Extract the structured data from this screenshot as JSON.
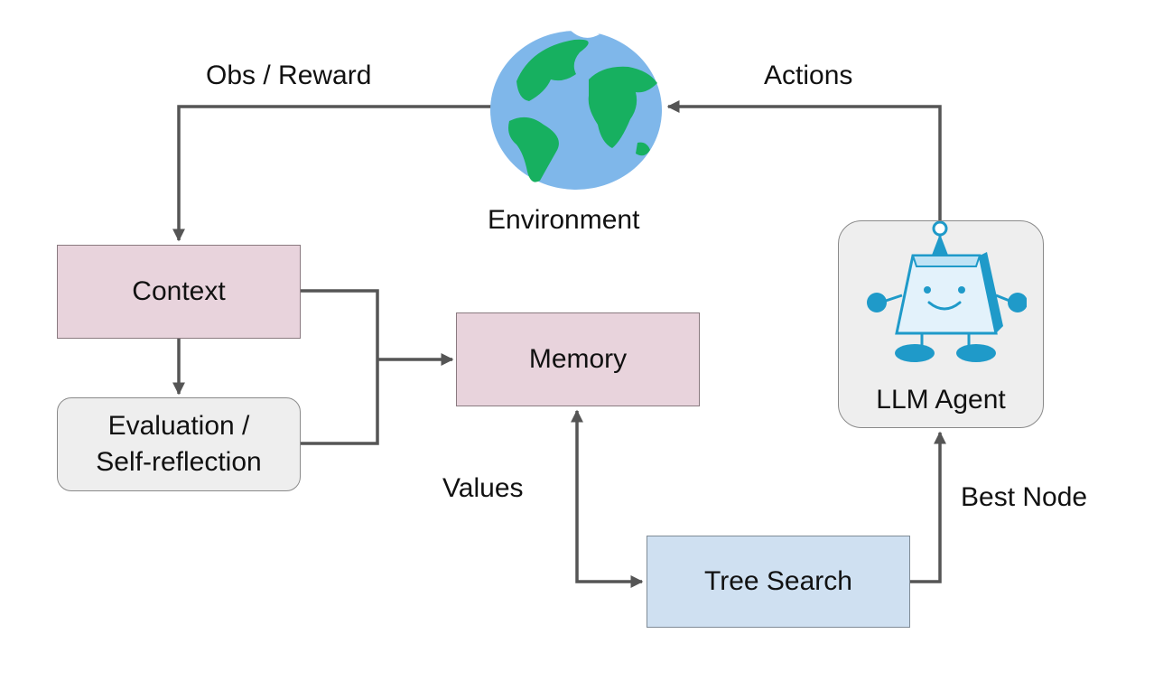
{
  "nodes": {
    "context": "Context",
    "evaluation_line1": "Evaluation /",
    "evaluation_line2": "Self-reflection",
    "memory": "Memory",
    "tree_search": "Tree Search",
    "llm_agent": "LLM Agent",
    "environment": "Environment"
  },
  "edges": {
    "obs_reward": "Obs / Reward",
    "actions": "Actions",
    "values": "Values",
    "best_node": "Best Node"
  },
  "colors": {
    "context_fill": "#e8d3dc",
    "memory_fill": "#e8d3dc",
    "tree_search_fill": "#cfe0f1",
    "evaluation_fill": "#eeeeee",
    "agent_fill": "#eeeeee",
    "arrow": "#555555",
    "ocean": "#7fb7ea",
    "land": "#17b060",
    "robot_body": "#e3f2fb",
    "robot_accent": "#1f9ac9"
  },
  "icons": {
    "environment": "globe-icon",
    "agent": "robot-icon"
  }
}
